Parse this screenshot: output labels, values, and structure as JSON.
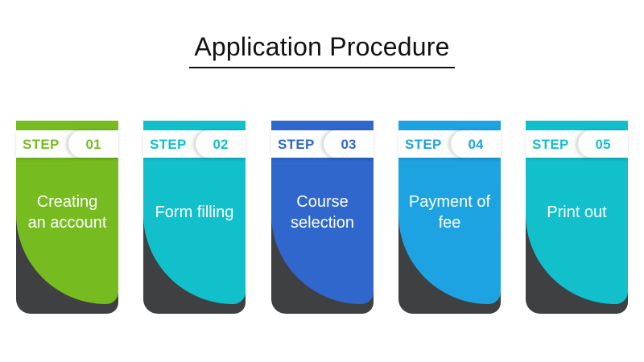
{
  "title": "Application Procedure",
  "step_word": "STEP",
  "steps": [
    {
      "num": "01",
      "lines": [
        "Creating",
        "an account"
      ],
      "color": "#76bc21"
    },
    {
      "num": "02",
      "lines": [
        "Form filling"
      ],
      "color": "#12c0cc"
    },
    {
      "num": "03",
      "lines": [
        "Course",
        "selection"
      ],
      "color": "#2f67cc"
    },
    {
      "num": "04",
      "lines": [
        "Payment of",
        "fee"
      ],
      "color": "#1ea3e2"
    },
    {
      "num": "05",
      "lines": [
        "Print out"
      ],
      "color": "#12c0cc"
    }
  ]
}
